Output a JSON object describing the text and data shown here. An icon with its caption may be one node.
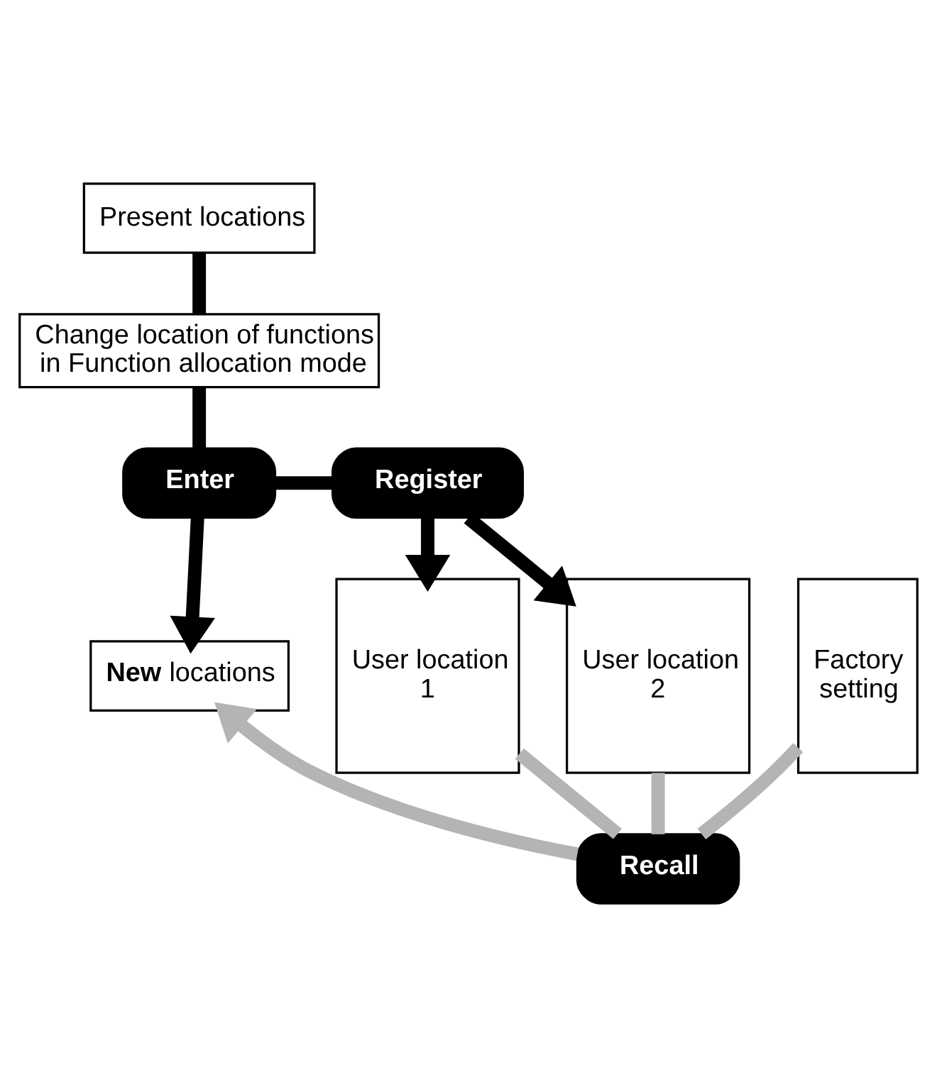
{
  "diagram": {
    "nodes": [
      {
        "text": [
          "Present locations"
        ]
      },
      {
        "text": [
          "Change location of functions in Function allocation mode"
        ]
      },
      {
        "text": [
          "Enter"
        ]
      },
      {
        "text": [
          "Register"
        ]
      },
      {
        "text": [
          "**New** locations"
        ]
      },
      {
        "text": [
          "User location 1"
        ]
      },
      {
        "text": [
          "User location 2"
        ]
      },
      {
        "text": [
          "Factory setting"
        ]
      },
      {
        "text": [
          "Recall"
        ]
      }
    ],
    "edges": [
      {
        "from": 0,
        "to": 1,
        "arrow": "none"
      },
      {
        "from": 1,
        "to": 2,
        "arrow": "none"
      },
      {
        "from": 2,
        "to": 3,
        "arrow": "none"
      },
      {
        "from": 2,
        "to": 4,
        "arrow": "to"
      },
      {
        "from": 3,
        "to": 5,
        "arrow": "to"
      },
      {
        "from": 3,
        "to": 6,
        "arrow": "to"
      },
      {
        "from": 5,
        "to": 8,
        "arrow": "none",
        "color": "#b4b4b4"
      },
      {
        "from": 6,
        "to": 8,
        "arrow": "none",
        "color": "#b4b4b4"
      },
      {
        "from": 7,
        "to": 8,
        "arrow": "none",
        "color": "#b4b4b4"
      },
      {
        "from": 8,
        "to": 4,
        "arrow": "to",
        "color": "#b4b4b4"
      }
    ]
  }
}
